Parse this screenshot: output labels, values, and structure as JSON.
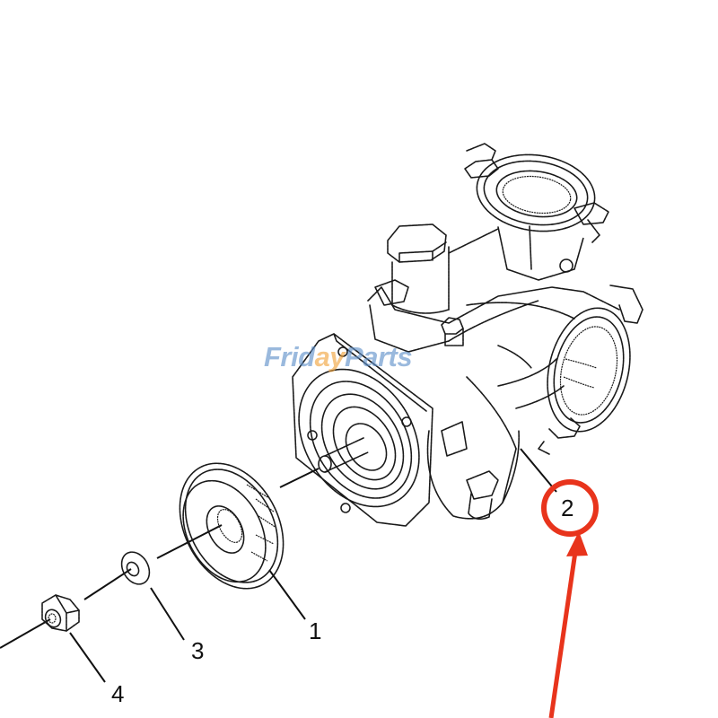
{
  "diagram": {
    "type": "exploded-parts-diagram",
    "subject": "pump assembly with drive gear",
    "parts": [
      {
        "id": 1,
        "label": "1",
        "name": "gear"
      },
      {
        "id": 2,
        "label": "2",
        "name": "pump assembly",
        "highlighted": true
      },
      {
        "id": 3,
        "label": "3",
        "name": "washer"
      },
      {
        "id": 4,
        "label": "4",
        "name": "nut"
      }
    ],
    "callouts": {
      "c1": "1",
      "c2": "2",
      "c3": "3",
      "c4": "4"
    },
    "highlight": {
      "target_label": "2",
      "color": "#e8341c",
      "shape": "circle-with-arrow"
    }
  },
  "watermark": {
    "part_a": "Frid",
    "part_b": "ay",
    "part_c": "Parts",
    "color_primary": "#5d8fc9",
    "color_accent": "#f2a33a"
  },
  "colors": {
    "background": "#ffffff",
    "line": "#1a1a1a",
    "highlight_red": "#e8341c"
  }
}
